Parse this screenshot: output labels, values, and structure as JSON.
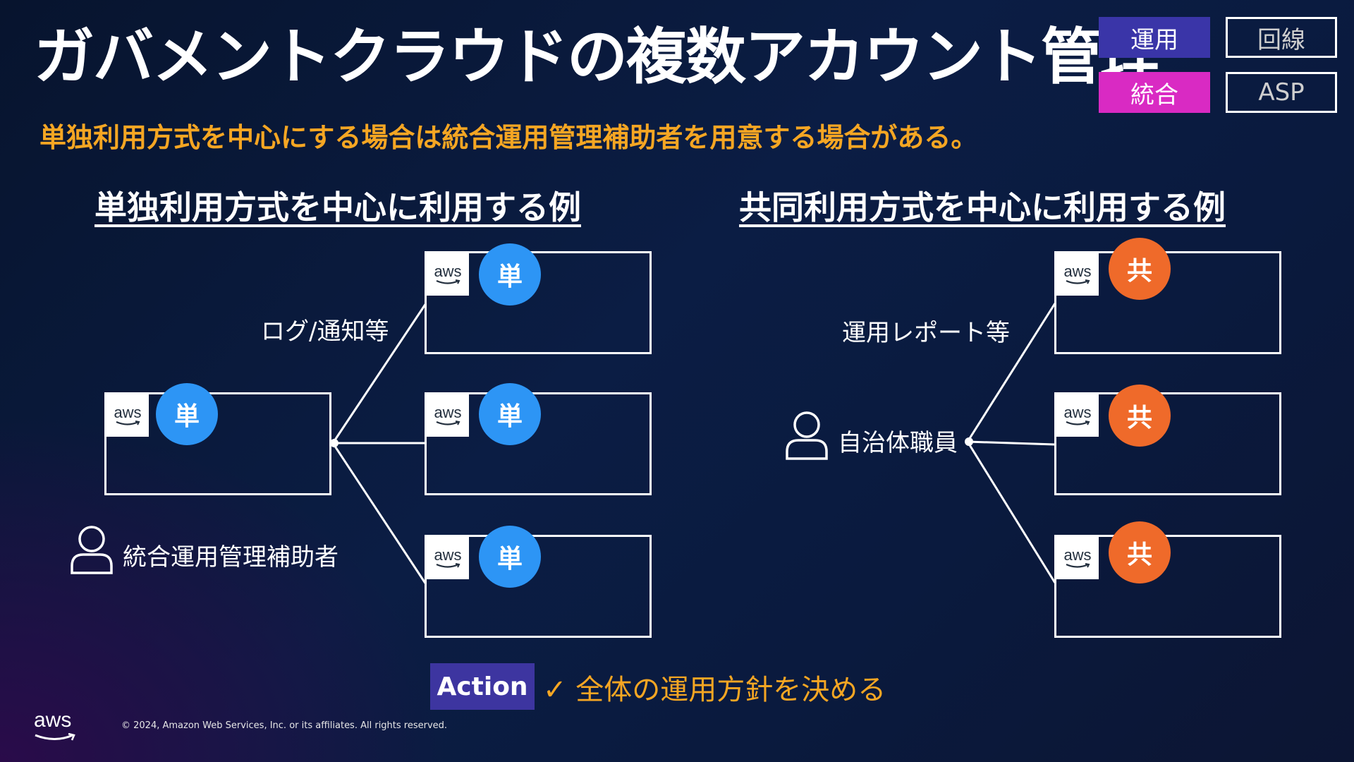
{
  "title": "ガバメントクラウドの複数アカウント管理",
  "subtitle": "単独利用方式を中心にする場合は統合運用管理補助者を用意する場合がある。",
  "tags": {
    "unyou": "運用",
    "kaisen": "回線",
    "tougou": "統合",
    "asp": "ASP"
  },
  "left": {
    "heading": "単独利用方式を中心に利用する例",
    "badge": "単",
    "connection_label": "ログ/通知等",
    "person_label": "統合運用管理補助者"
  },
  "right": {
    "heading": "共同利用方式を中心に利用する例",
    "badge": "共",
    "connection_label": "運用レポート等",
    "person_label": "自治体職員"
  },
  "aws_tile_text": "aws",
  "action": {
    "label": "Action",
    "check": "✓",
    "text": "全体の運用方針を決める"
  },
  "footer": {
    "logo": "aws",
    "copyright": "© 2024, Amazon Web Services, Inc. or its affiliates. All rights reserved."
  },
  "colors": {
    "accent_orange": "#f5a623",
    "badge_blue": "#2d95f5",
    "badge_orange": "#ef6a2a",
    "tag_unyou": "#3a35a8",
    "tag_tougou": "#d92ac3",
    "action_bg": "#3d35a0"
  }
}
